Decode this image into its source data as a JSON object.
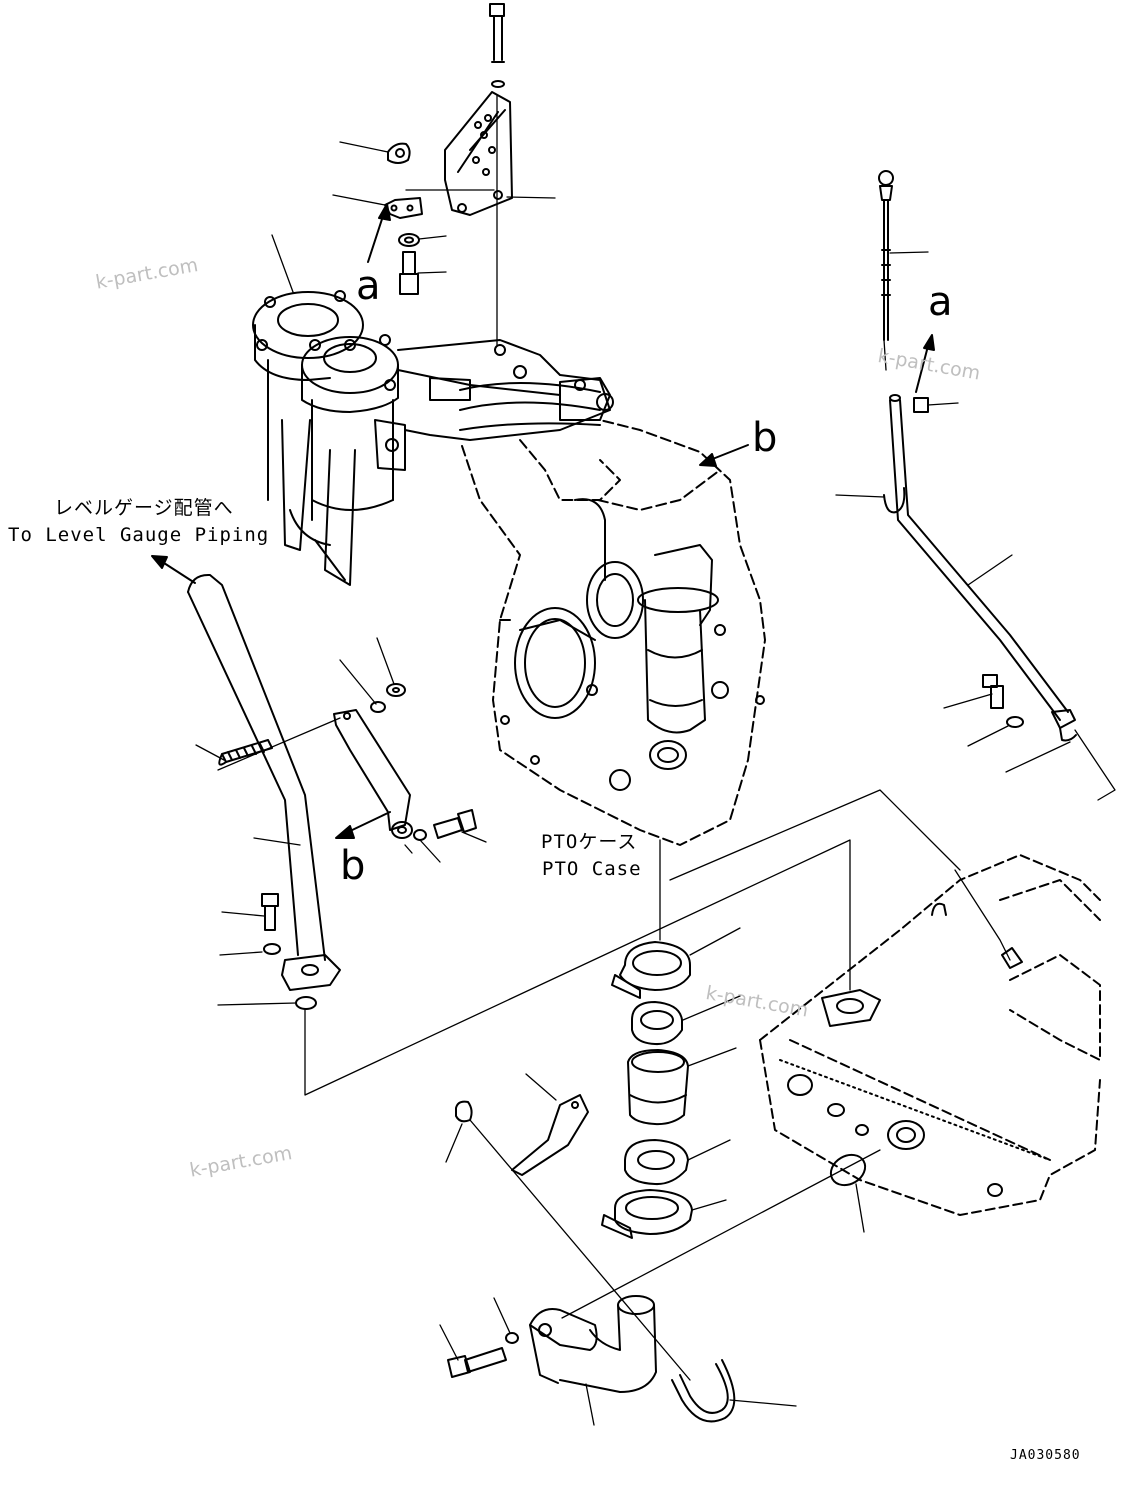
{
  "labels": {
    "level_gauge_jp": "レベルゲージ配管へ",
    "level_gauge_en": "To Level Gauge Piping",
    "pto_jp": "PTOケース",
    "pto_en": "PTO Case"
  },
  "callouts": {
    "a": "a",
    "b": "b"
  },
  "watermark": "k-part.com",
  "drawing_code": "JA030580",
  "colors": {
    "line": "#000000",
    "watermark": "#bfbfbf",
    "background": "#ffffff"
  }
}
